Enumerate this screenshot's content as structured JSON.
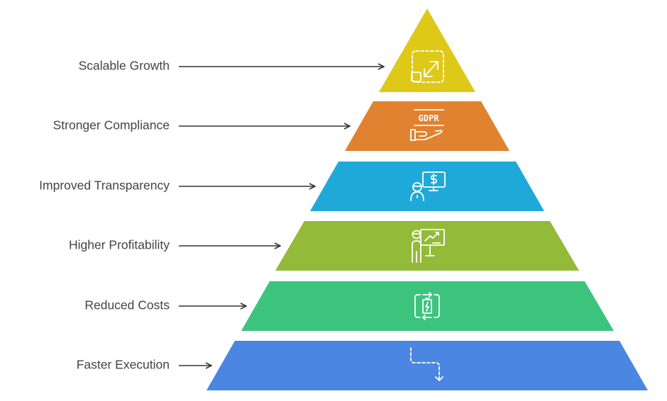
{
  "diagram": {
    "type": "pyramid",
    "layers": [
      {
        "label": "Scalable Growth",
        "color": "#DEC918",
        "icon": "scale-expand-icon"
      },
      {
        "label": "Stronger Compliance",
        "color": "#E08230",
        "icon": "gdpr-hand-icon",
        "icon_text": "GDPR"
      },
      {
        "label": "Improved Transparency",
        "color": "#1EA9D8",
        "icon": "person-monitor-dollar-icon"
      },
      {
        "label": "Higher Profitability",
        "color": "#93BA38",
        "icon": "presenter-chart-icon"
      },
      {
        "label": "Reduced Costs",
        "color": "#3CC47E",
        "icon": "battery-cycle-icon"
      },
      {
        "label": "Faster Execution",
        "color": "#4A86E2",
        "icon": "dashed-path-arrow-icon"
      }
    ]
  }
}
